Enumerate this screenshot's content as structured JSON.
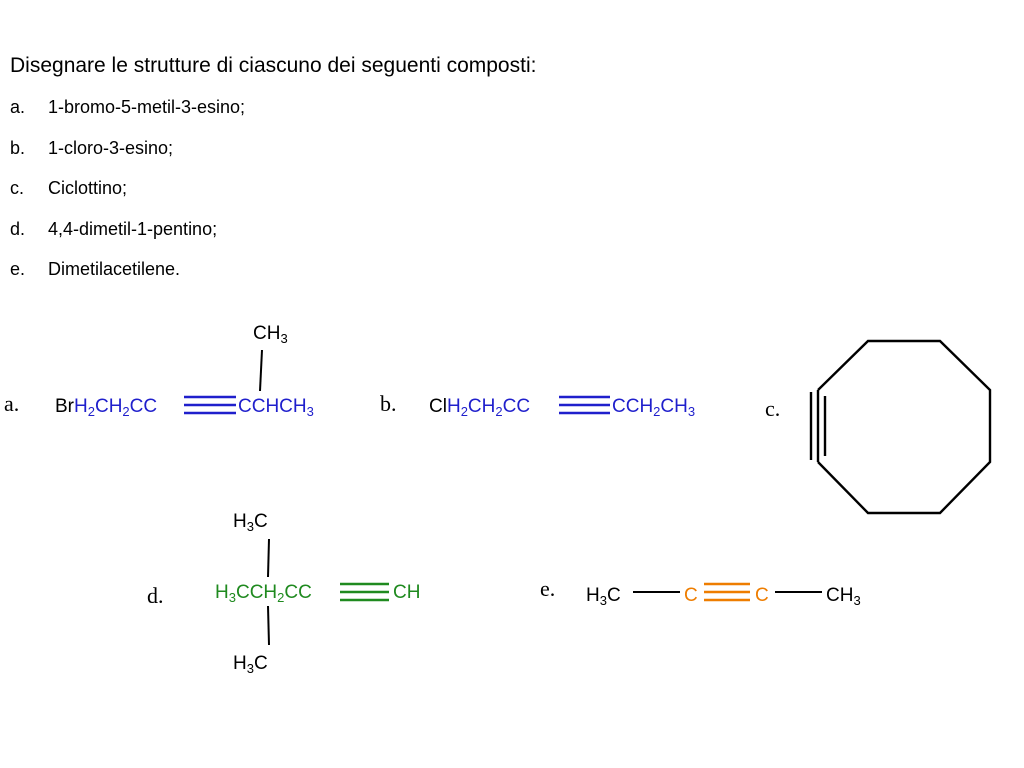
{
  "heading": "Disegnare le strutture di ciascuno dei seguenti composti:",
  "tasks": [
    {
      "letter": "a.",
      "text": "1-bromo-5-metil-3-esino;"
    },
    {
      "letter": "b.",
      "text": "1-cloro-3-esino;"
    },
    {
      "letter": "c.",
      "text": "Ciclottino;"
    },
    {
      "letter": "d.",
      "text": "4,4-dimetil-1-pentino;"
    },
    {
      "letter": "e.",
      "text": "Dimetilacetilene."
    }
  ],
  "answers": {
    "a": {
      "label": "a.",
      "substituent": "Br",
      "chain": [
        "H",
        "2",
        "CH",
        "2",
        "CC"
      ],
      "after": [
        "CCHCH",
        "3"
      ],
      "branch": [
        "CH",
        "3"
      ]
    },
    "b": {
      "label": "b.",
      "substituent": "Cl",
      "chain": [
        "H",
        "2",
        "CH",
        "2",
        "CC"
      ],
      "after": [
        "CCH",
        "2",
        "CH",
        "3"
      ]
    },
    "c": {
      "label": "c.",
      "ring_atoms": 8
    },
    "d": {
      "label": "d.",
      "chain": [
        "H",
        "3",
        "CCH",
        "2",
        "CC"
      ],
      "after": "CH",
      "branch_top": [
        "H",
        "3",
        "C"
      ],
      "branch_bottom": [
        "H",
        "3",
        "C"
      ]
    },
    "e": {
      "label": "e.",
      "left": [
        "H",
        "3",
        "C"
      ],
      "atom1": "C",
      "atom2": "C",
      "right": [
        "CH",
        "3"
      ]
    }
  },
  "colors": {
    "text": "#000000",
    "a_b_chain": "#1f1fcc",
    "d_chain": "#1f8a1f",
    "e_alkyne": "#ee7d00"
  }
}
